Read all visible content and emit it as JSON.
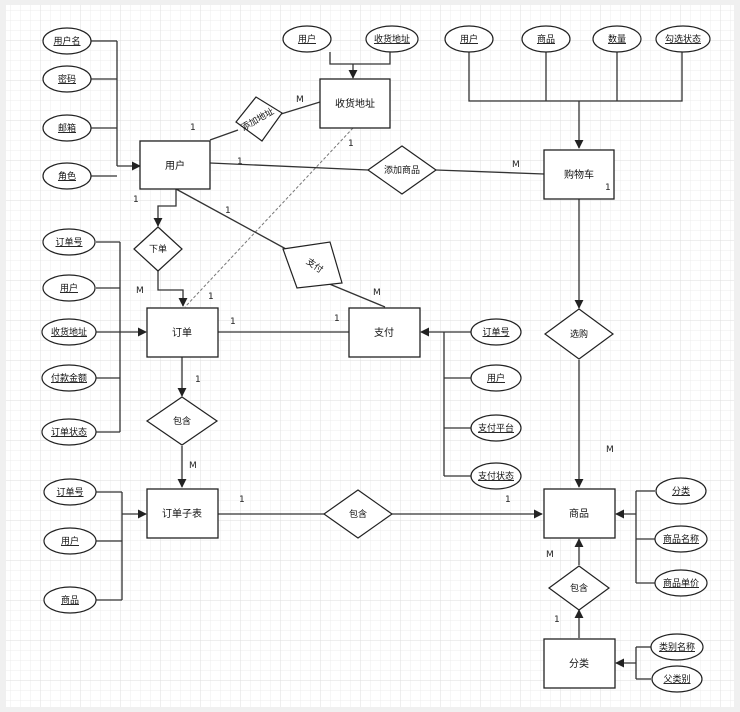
{
  "entities": {
    "user": "用户",
    "address": "收货地址",
    "cart": "购物车",
    "order": "订单",
    "payment": "支付",
    "order_item": "订单子表",
    "product": "商品",
    "category": "分类"
  },
  "relations": {
    "add_address": "添加地址",
    "add_product": "添加商品",
    "place_order": "下单",
    "pay": "支付",
    "select": "选购",
    "contain_order": "包含",
    "contain_item": "包含",
    "contain_cat": "包含"
  },
  "attributes": {
    "user": [
      "用户名",
      "密码",
      "邮箱",
      "角色"
    ],
    "address": [
      "用户",
      "收货地址"
    ],
    "cart": [
      "用户",
      "商品",
      "数量",
      "勾选状态"
    ],
    "order": [
      "订单号",
      "用户",
      "收货地址",
      "付款金额",
      "订单状态"
    ],
    "payment": [
      "订单号",
      "用户",
      "支付平台",
      "支付状态"
    ],
    "order_item": [
      "订单号",
      "用户",
      "商品"
    ],
    "product": [
      "分类",
      "商品名称",
      "商品单价"
    ],
    "category": [
      "类别名称",
      "父类别"
    ]
  },
  "cardinalities": {
    "one": "1",
    "many": "M"
  },
  "colors": {
    "stroke": "#222222",
    "grid": "#ebebeb",
    "background": "#ffffff"
  }
}
